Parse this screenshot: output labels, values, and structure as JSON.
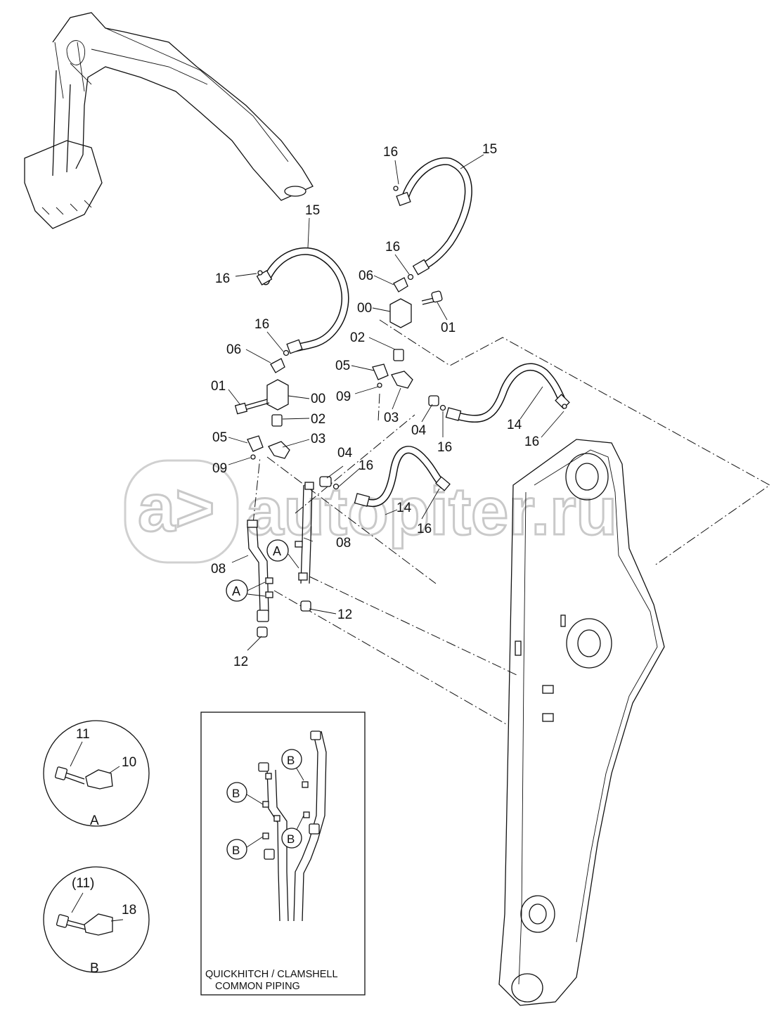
{
  "labels": {
    "l15a": "15",
    "l15b": "15",
    "l16a": "16",
    "l16b": "16",
    "l16c": "16",
    "l16d": "16",
    "l16e": "16",
    "l16f": "16",
    "l16g": "16",
    "l16h": "16",
    "l06a": "06",
    "l06b": "06",
    "l00a": "00",
    "l00b": "00",
    "l01a": "01",
    "l01b": "01",
    "l02a": "02",
    "l02b": "02",
    "l05a": "05",
    "l05b": "05",
    "l09a": "09",
    "l09b": "09",
    "l03a": "03",
    "l03b": "03",
    "l04a": "04",
    "l04b": "04",
    "l14a": "14",
    "l14b": "14",
    "l08a": "08",
    "l08b": "08",
    "l12a": "12",
    "l12b": "12",
    "l11": "11",
    "l10": "10",
    "l11p": "(11)",
    "l18": "18"
  },
  "callouts": {
    "A": "A",
    "B": "B"
  },
  "inset_caption": {
    "line1": "QUICKHITCH / CLAMSHELL",
    "line2": "COMMON  PIPING"
  },
  "watermark": "autopiter.ru"
}
